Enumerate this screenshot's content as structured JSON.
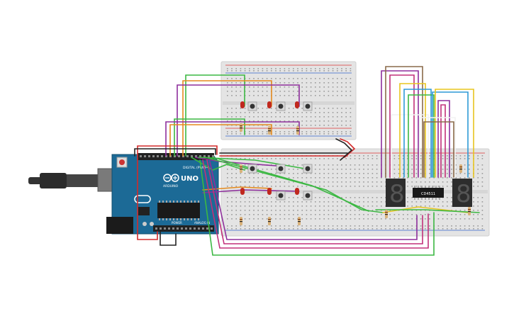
{
  "arduino": {
    "brand": "UNO",
    "logo_text": "ARDUINO",
    "digital_label": "DIGITAL (PWM~)",
    "power_label": "POWER",
    "analog_label": "ANALOG IN",
    "board_color": "#1c6a96",
    "usb_color": "#666666"
  },
  "chip": {
    "label": "CD4511"
  },
  "displays": [
    {
      "name": "seven-segment-left",
      "digit": "8"
    },
    {
      "name": "seven-segment-right",
      "digit": "8"
    }
  ],
  "wire_colors": {
    "green": "#3cb843",
    "purple": "#8e2f9c",
    "orange": "#e58a1f",
    "red": "#d32b2b",
    "black": "#222222",
    "magenta": "#c2307a",
    "blue": "#2f9ad6",
    "yellow": "#e8c51f",
    "brown": "#8a6a4a",
    "white": "#f2f2f2"
  }
}
